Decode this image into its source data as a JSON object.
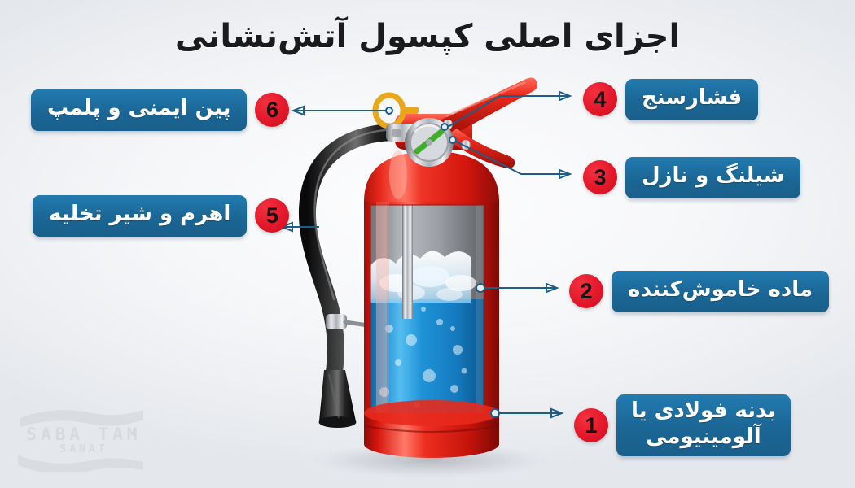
{
  "header": {
    "title": "اجزای اصلی کپسول آتش‌نشانی"
  },
  "watermark": {
    "line1": "SABA TAM",
    "line2": "SANAT"
  },
  "colors": {
    "chip_blue": "#1b6695",
    "badge_red": "#e3182a",
    "leader_line": "#1d5d87",
    "body_red": "#e32118",
    "agent_blue": "#1f8fd6",
    "background": "#f4f5f7",
    "pin_yellow": "#e9a81c",
    "gauge_needle_green": "#3fae2a",
    "hose_black": "#1a1a1a",
    "title_text": "#1b1b1d"
  },
  "callouts": [
    {
      "number": "1",
      "label": "بدنه فولادی یا آلومینیومی",
      "label_line1": "بدنه فولادی یا",
      "label_line2": "آلومینیومی",
      "side": "right"
    },
    {
      "number": "2",
      "label": "ماده خاموش‌کننده",
      "side": "right"
    },
    {
      "number": "3",
      "label": "شیلنگ و نازل",
      "side": "right"
    },
    {
      "number": "4",
      "label": "فشارسنج",
      "side": "right"
    },
    {
      "number": "5",
      "label": "اهرم و شیر تخلیه",
      "side": "left"
    },
    {
      "number": "6",
      "label": "پین ایمنی و پلمپ",
      "side": "left"
    }
  ],
  "illustration": {
    "subject": "fire-extinguisher",
    "parts": [
      "cylinder-body",
      "pressure-gauge",
      "lever-handle",
      "safety-pin-ring",
      "hose",
      "nozzle-horn",
      "hose-clamp",
      "siphon-tube",
      "extinguishing-agent",
      "foam-layer",
      "base-ring"
    ]
  }
}
